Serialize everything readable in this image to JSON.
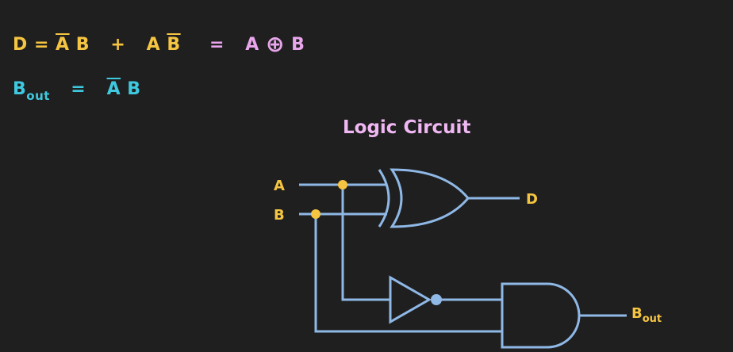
{
  "equations": {
    "d": {
      "lhs": "D",
      "eq": "=",
      "t1_bar": "A",
      "t1_rest": "B",
      "plus": "+",
      "t2_a": "A",
      "t2_bar": "B",
      "eq2": "=",
      "xor_a": "A",
      "xor_symbol": "⊕",
      "xor_b": "B",
      "colors": {
        "main": "#f5c542",
        "xor": "#e9a6ec"
      }
    },
    "bout": {
      "lhs": "B",
      "lhs_sub": "out",
      "eq": "=",
      "bar": "A",
      "rest": "B",
      "color": "#3fc9e0"
    }
  },
  "diagram": {
    "title": "Logic Circuit",
    "input_a": "A",
    "input_b": "B",
    "output_d": "D",
    "output_bout": "B",
    "output_bout_sub": "out",
    "gates": [
      "xor-gate",
      "not-gate",
      "and-gate"
    ],
    "colors": {
      "wire": "#8fb8e6",
      "junction": "#f5c542",
      "label": "#f5c542",
      "title": "#f0b8f2"
    }
  }
}
